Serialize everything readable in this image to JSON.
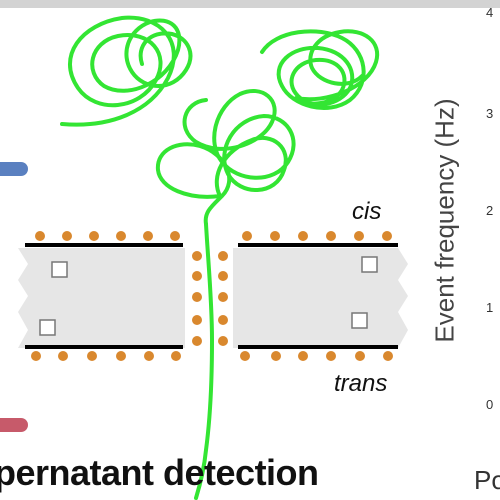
{
  "labels": {
    "cis": "cis",
    "trans": "trans",
    "bottom_title": "pernatant detection",
    "bottom_right_fragment": "Po"
  },
  "axis": {
    "y_label": "Event frequency (Hz)",
    "ticks": [
      "4",
      "3",
      "2",
      "1",
      "0"
    ]
  },
  "colors": {
    "strand": "#33e533",
    "membrane": "#e6e6e6",
    "bead": "#d9882e",
    "line": "#000000",
    "capsule_blue": "#5a80c0",
    "capsule_red": "#c75a6a"
  }
}
